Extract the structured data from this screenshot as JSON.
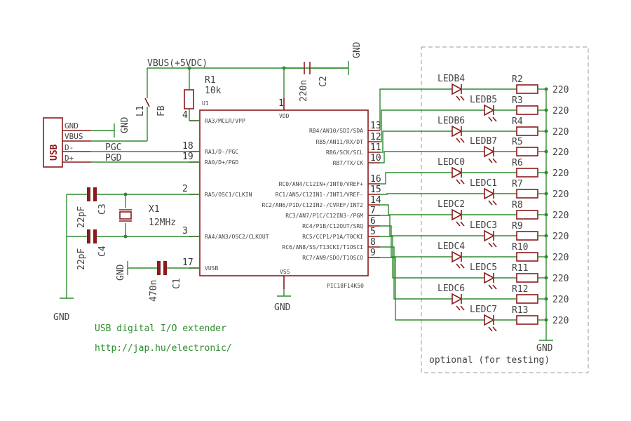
{
  "chip": {
    "name": "U1",
    "part": "PIC18F14K50",
    "vdd": "VDD",
    "vss": "VSS",
    "left_pins": [
      {
        "label": "RA3/MCLR/VPP",
        "num": "4"
      },
      {
        "label": "RA1/D-/PGC",
        "num": "18"
      },
      {
        "label": "RA0/D+/PGD",
        "num": "19"
      },
      {
        "label": "RA5/OSC1/CLKIN",
        "num": "2"
      },
      {
        "label": "RA4/AN3/OSC2/CLKOUT",
        "num": "3"
      },
      {
        "label": "VUSB",
        "num": "17"
      }
    ],
    "right_pins": [
      {
        "label": "RB4/AN10/SDI/SDA",
        "num": "13"
      },
      {
        "label": "RB5/AN11/RX/DT",
        "num": "12"
      },
      {
        "label": "RB6/SCK/SCL",
        "num": "11"
      },
      {
        "label": "RB7/TX/CK",
        "num": "10"
      },
      {
        "label": "RC0/AN4/C12IN+/INT0/VREF+",
        "num": "16"
      },
      {
        "label": "RC1/AN5/C12IN1-/INT1/VREF-",
        "num": "15"
      },
      {
        "label": "RC2/AN6/P1D/C12IN2-/CVREF/INT2",
        "num": "14"
      },
      {
        "label": "RC3/AN7/P1C/C12IN3-/PGM",
        "num": "7"
      },
      {
        "label": "RC4/P1B/C12OUT/SRQ",
        "num": "6"
      },
      {
        "label": "RC5/CCP1/P1A/T0CKI",
        "num": "5"
      },
      {
        "label": "RC6/AN8/SS/T13CKI/T1OSCI",
        "num": "8"
      },
      {
        "label": "RC7/AN9/SDO/T1OSCO",
        "num": "9"
      }
    ],
    "vdd_num": "1"
  },
  "power": {
    "vbus_label": "VBUS(+5VDC)",
    "gnd": "GND"
  },
  "usb": {
    "label": "USB",
    "pins": [
      "GND",
      "VBUS",
      "D-",
      "D+"
    ],
    "net_pgc": "PGC",
    "net_pgd": "PGD"
  },
  "components": {
    "r1_name": "R1",
    "r1_value": "10k",
    "l1_name": "L1",
    "l1_value": "FB",
    "c2_name": "C2",
    "c2_value": "220n",
    "c3_name": "C3",
    "c3_value": "22pF",
    "c4_name": "C4",
    "c4_value": "22pF",
    "c1_name": "C1",
    "c1_value": "470n",
    "x1_name": "X1",
    "x1_value": "12MHz"
  },
  "leds": [
    {
      "led": "LEDB4",
      "res": "R2",
      "val": "220"
    },
    {
      "led": "LEDB5",
      "res": "R3",
      "val": "220"
    },
    {
      "led": "LEDB6",
      "res": "R4",
      "val": "220"
    },
    {
      "led": "LEDB7",
      "res": "R5",
      "val": "220"
    },
    {
      "led": "LEDC0",
      "res": "R6",
      "val": "220"
    },
    {
      "led": "LEDC1",
      "res": "R7",
      "val": "220"
    },
    {
      "led": "LEDC2",
      "res": "R8",
      "val": "220"
    },
    {
      "led": "LEDC3",
      "res": "R9",
      "val": "220"
    },
    {
      "led": "LEDC4",
      "res": "R10",
      "val": "220"
    },
    {
      "led": "LEDC5",
      "res": "R11",
      "val": "220"
    },
    {
      "led": "LEDC6",
      "res": "R12",
      "val": "220"
    },
    {
      "led": "LEDC7",
      "res": "R13",
      "val": "220"
    }
  ],
  "optional_label": "optional (for testing)",
  "title": "USB digital I/O extender",
  "url": "http://jap.hu/electronic/",
  "colors": {
    "wire": "#2e8b2e",
    "part": "#8b1a1a",
    "text": "#444444",
    "dashed_box": "#9a9a9a"
  }
}
